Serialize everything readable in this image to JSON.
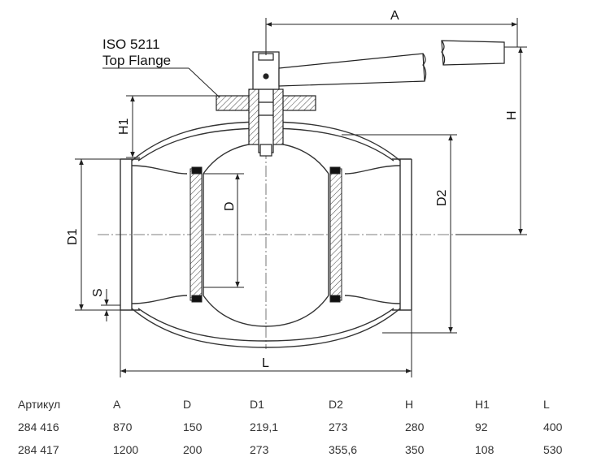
{
  "drawing": {
    "callout_line1": "ISO 5211",
    "callout_line2": "Top Flange",
    "dim_A": "A",
    "dim_H": "H",
    "dim_H1": "H1",
    "dim_D": "D",
    "dim_D1": "D1",
    "dim_D2": "D2",
    "dim_S": "S",
    "dim_L": "L"
  },
  "table": {
    "headers": [
      "Артикул",
      "A",
      "D",
      "D1",
      "D2",
      "H",
      "H1",
      "L"
    ],
    "rows": [
      [
        "284 416",
        "870",
        "150",
        "219,1",
        "273",
        "280",
        "92",
        "400"
      ],
      [
        "284 417",
        "1200",
        "200",
        "273",
        "355,6",
        "350",
        "108",
        "530"
      ]
    ]
  }
}
